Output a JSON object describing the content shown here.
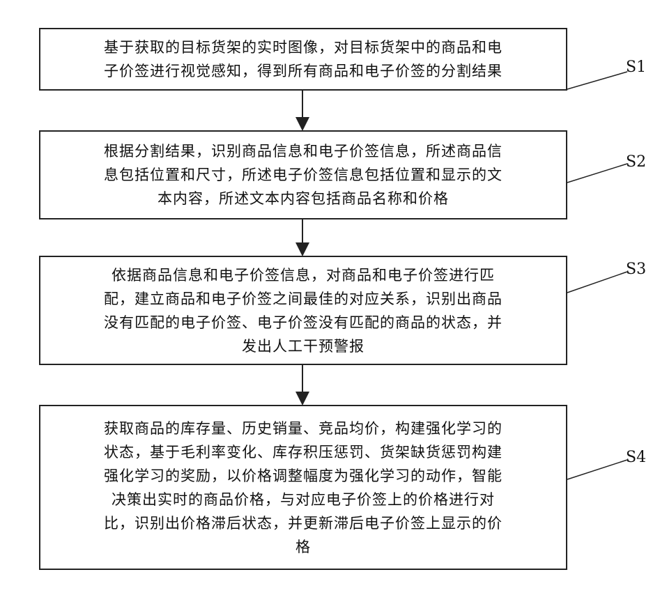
{
  "steps": [
    {
      "label": "S1",
      "text": "基于获取的目标货架的实时图像，对目标货架中的商品和电\n子价签进行视觉感知，得到所有商品和电子价签的分割结果"
    },
    {
      "label": "S2",
      "text": "根据分割结果，识别商品信息和电子价签信息，所述商品信\n息包括位置和尺寸，所述电子价签信息包括位置和显示的文\n本内容，所述文本内容包括商品名称和价格"
    },
    {
      "label": "S3",
      "text": "依据商品信息和电子价签信息，对商品和电子价签进行匹\n配，建立商品和电子价签之间最佳的对应关系，识别出商品\n没有匹配的电子价签、电子价签没有匹配的商品的状态，并\n发出人工干预警报"
    },
    {
      "label": "S4",
      "text": "获取商品的库存量、历史销量、竞品均价，构建强化学习的\n状态，基于毛利率变化、库存积压惩罚、货架缺货惩罚构建\n强化学习的奖励，以价格调整幅度为强化学习的动作，智能\n决策出实时的商品价格，与对应电子价签上的价格进行对\n比，识别出价格滞后状态，并更新滞后电子价签上显示的价\n格"
    }
  ]
}
